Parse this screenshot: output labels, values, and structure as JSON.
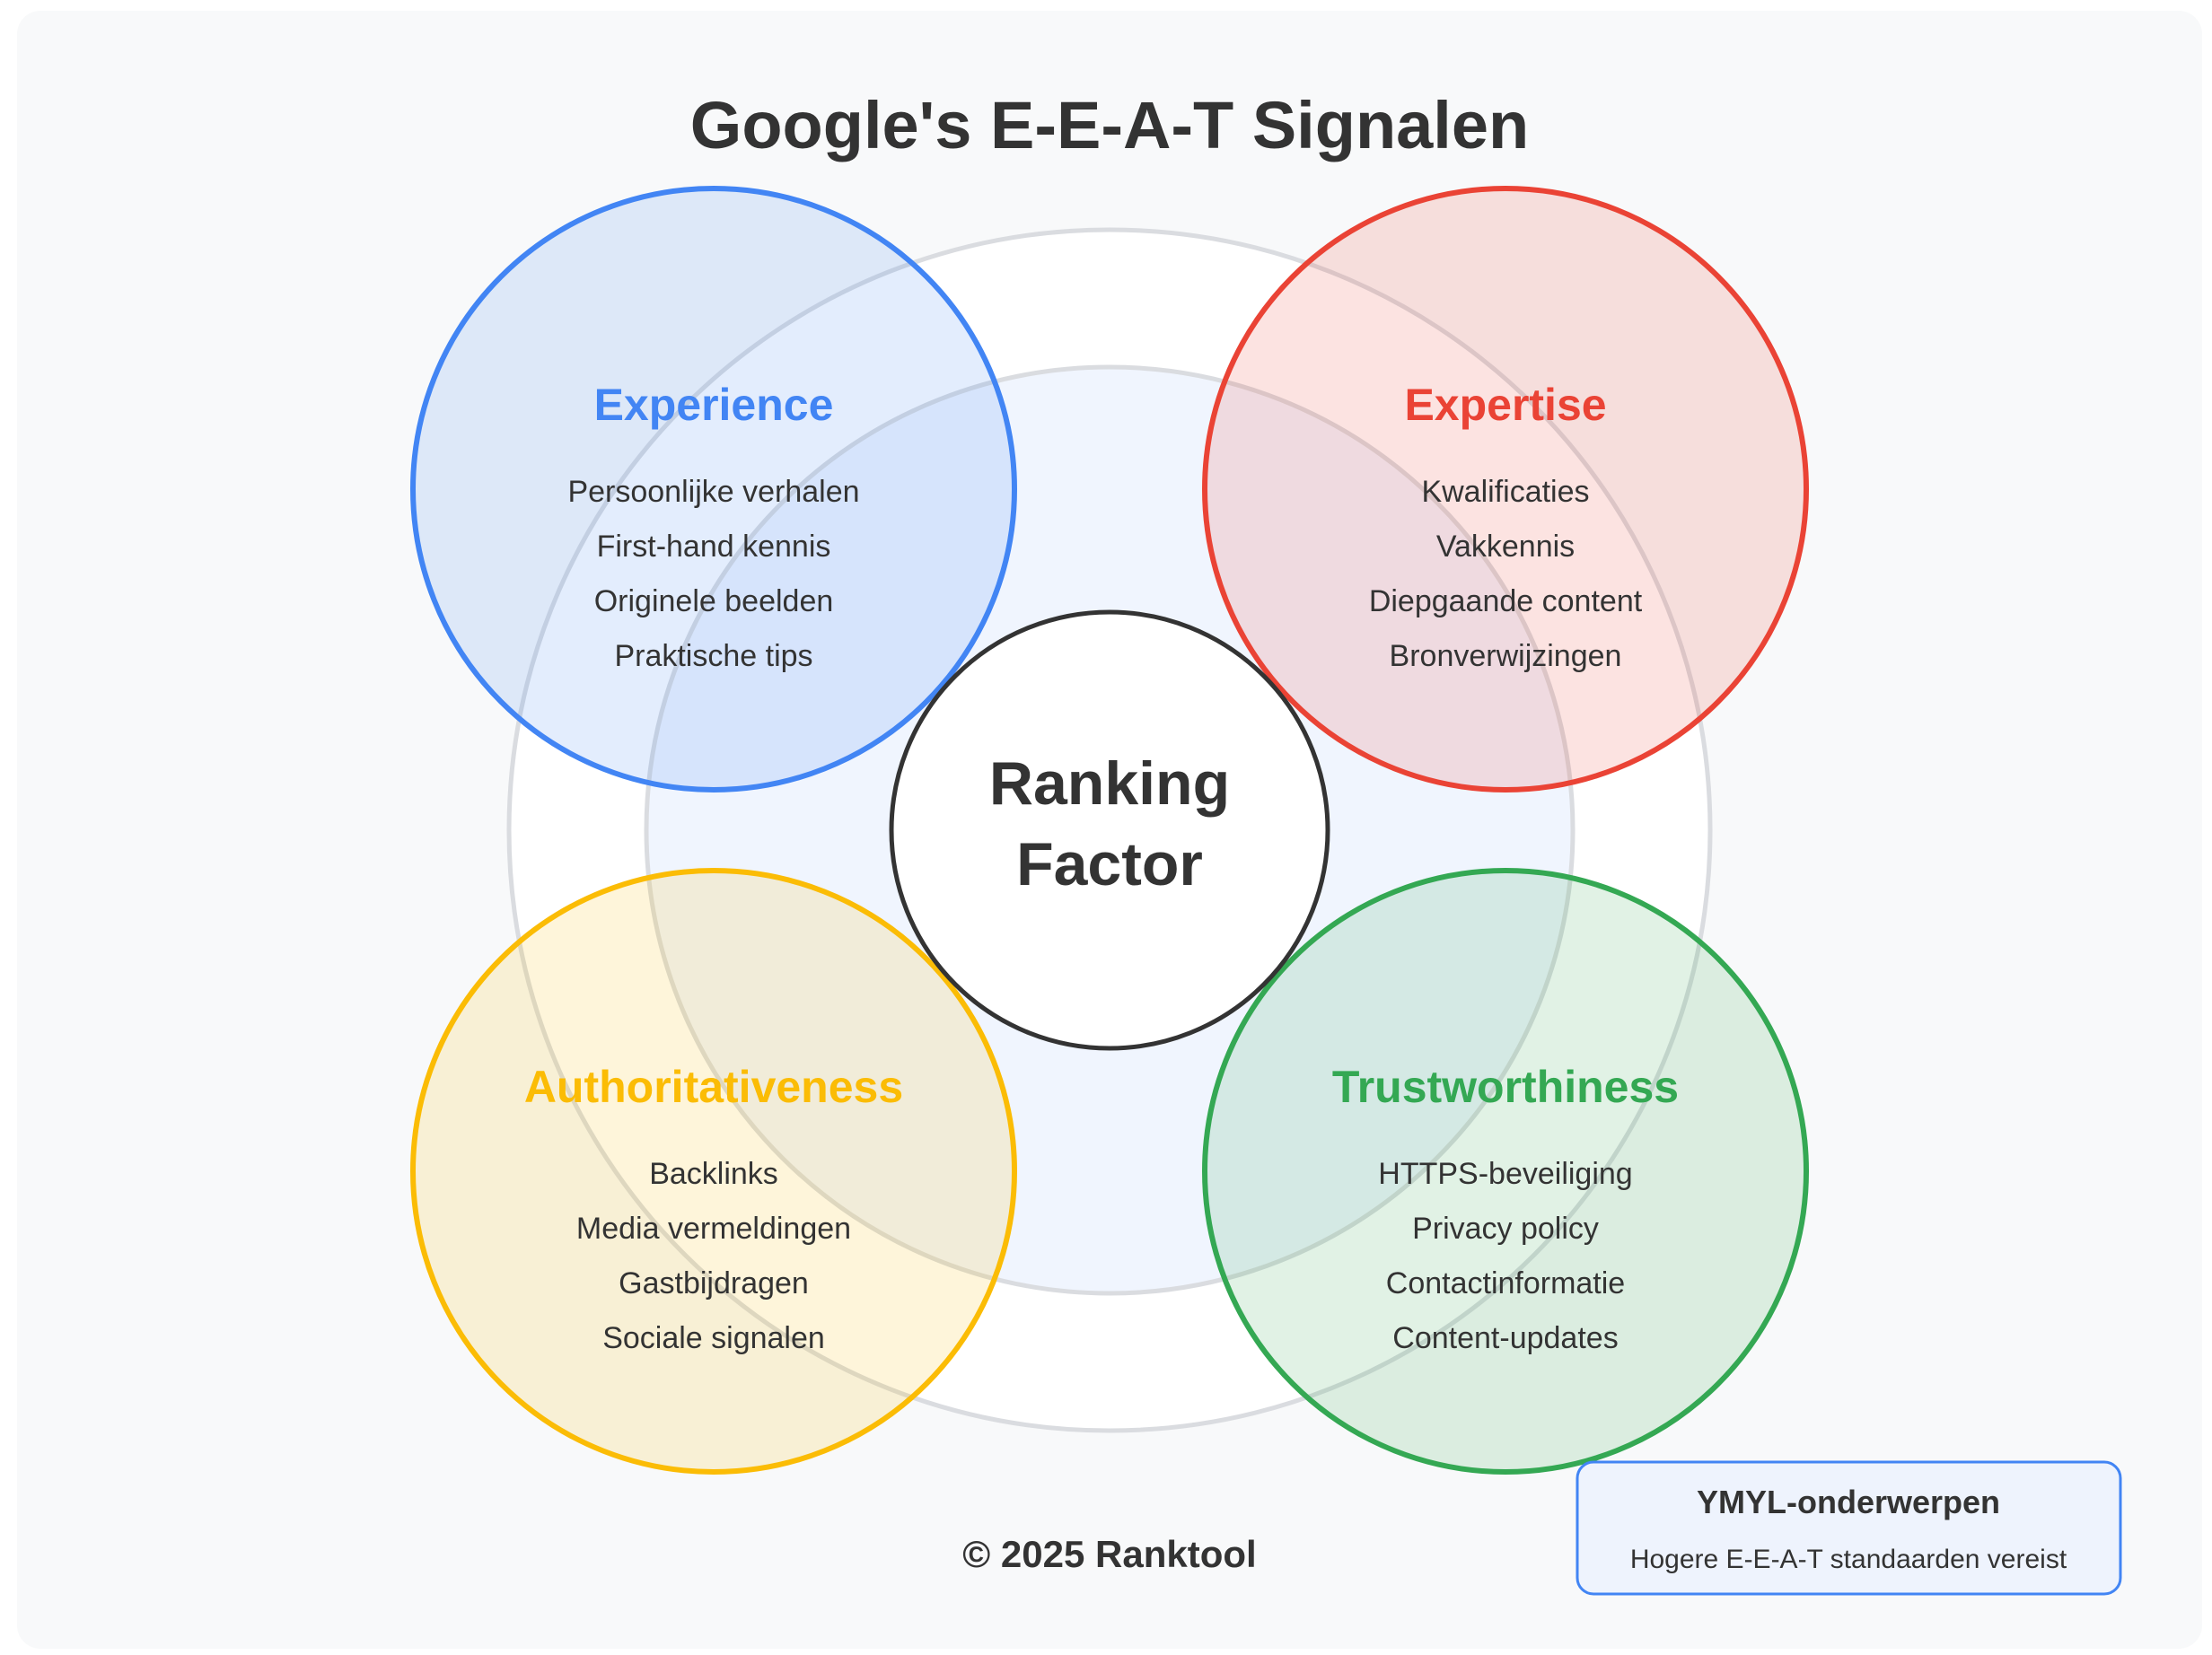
{
  "title": "Google's E-E-A-T Signalen",
  "center": {
    "line1": "Ranking",
    "line2": "Factor"
  },
  "colors": {
    "experience": "#4285f4",
    "expertise": "#ea4335",
    "authoritativeness": "#fbbc05",
    "trustworthiness": "#34a853",
    "text": "#333333",
    "ring_stroke": "#dadce0",
    "background": "#f8f9fa"
  },
  "categories": [
    {
      "title": "Experience",
      "items": [
        "Persoonlijke verhalen",
        "First-hand kennis",
        "Originele beelden",
        "Praktische tips"
      ]
    },
    {
      "title": "Expertise",
      "items": [
        "Kwalificaties",
        "Vakkennis",
        "Diepgaande content",
        "Bronverwijzingen"
      ]
    },
    {
      "title": "Authoritativeness",
      "items": [
        "Backlinks",
        "Media vermeldingen",
        "Gastbijdragen",
        "Sociale signalen"
      ]
    },
    {
      "title": "Trustworthiness",
      "items": [
        "HTTPS-beveiliging",
        "Privacy policy",
        "Contactinformatie",
        "Content-updates"
      ]
    }
  ],
  "note": {
    "title": "YMYL-onderwerpen",
    "subtitle": "Hogere E-E-A-T standaarden vereist"
  },
  "footer": {
    "copyright": "© 2025 Ranktool"
  }
}
